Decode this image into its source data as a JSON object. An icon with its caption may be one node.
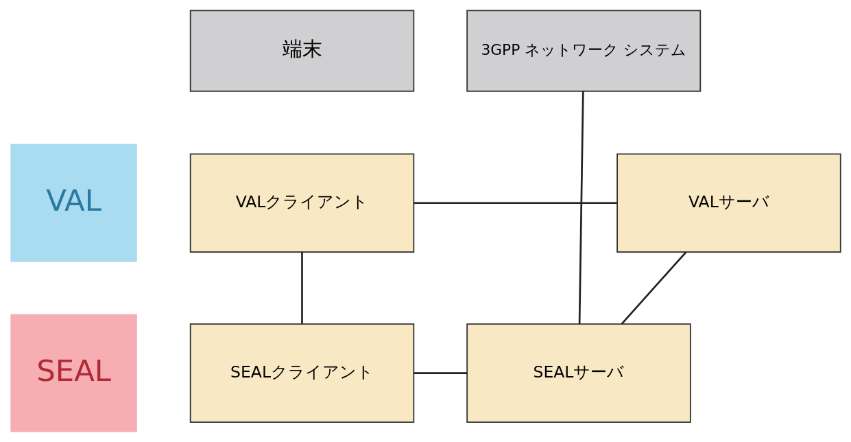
{
  "diagram": {
    "nodes": [
      {
        "text": [
          "端末"
        ]
      },
      {
        "text": [
          "3GPP ネットワーク システム"
        ]
      },
      {
        "text": [
          "VAL"
        ]
      },
      {
        "text": [
          "SEAL"
        ]
      },
      {
        "text": [
          "VALクライアント"
        ]
      },
      {
        "text": [
          "VALサーバ"
        ]
      },
      {
        "text": [
          "SEALクライアント"
        ]
      },
      {
        "text": [
          "SEALサーバ"
        ]
      }
    ],
    "edges": [
      {
        "from": 4,
        "to": 5,
        "arrow": "none"
      },
      {
        "from": 4,
        "to": 6,
        "arrow": "none"
      },
      {
        "from": 5,
        "to": 7,
        "arrow": "none"
      },
      {
        "from": 6,
        "to": 7,
        "arrow": "none"
      },
      {
        "from": 1,
        "to": 7,
        "arrow": "none"
      }
    ]
  }
}
